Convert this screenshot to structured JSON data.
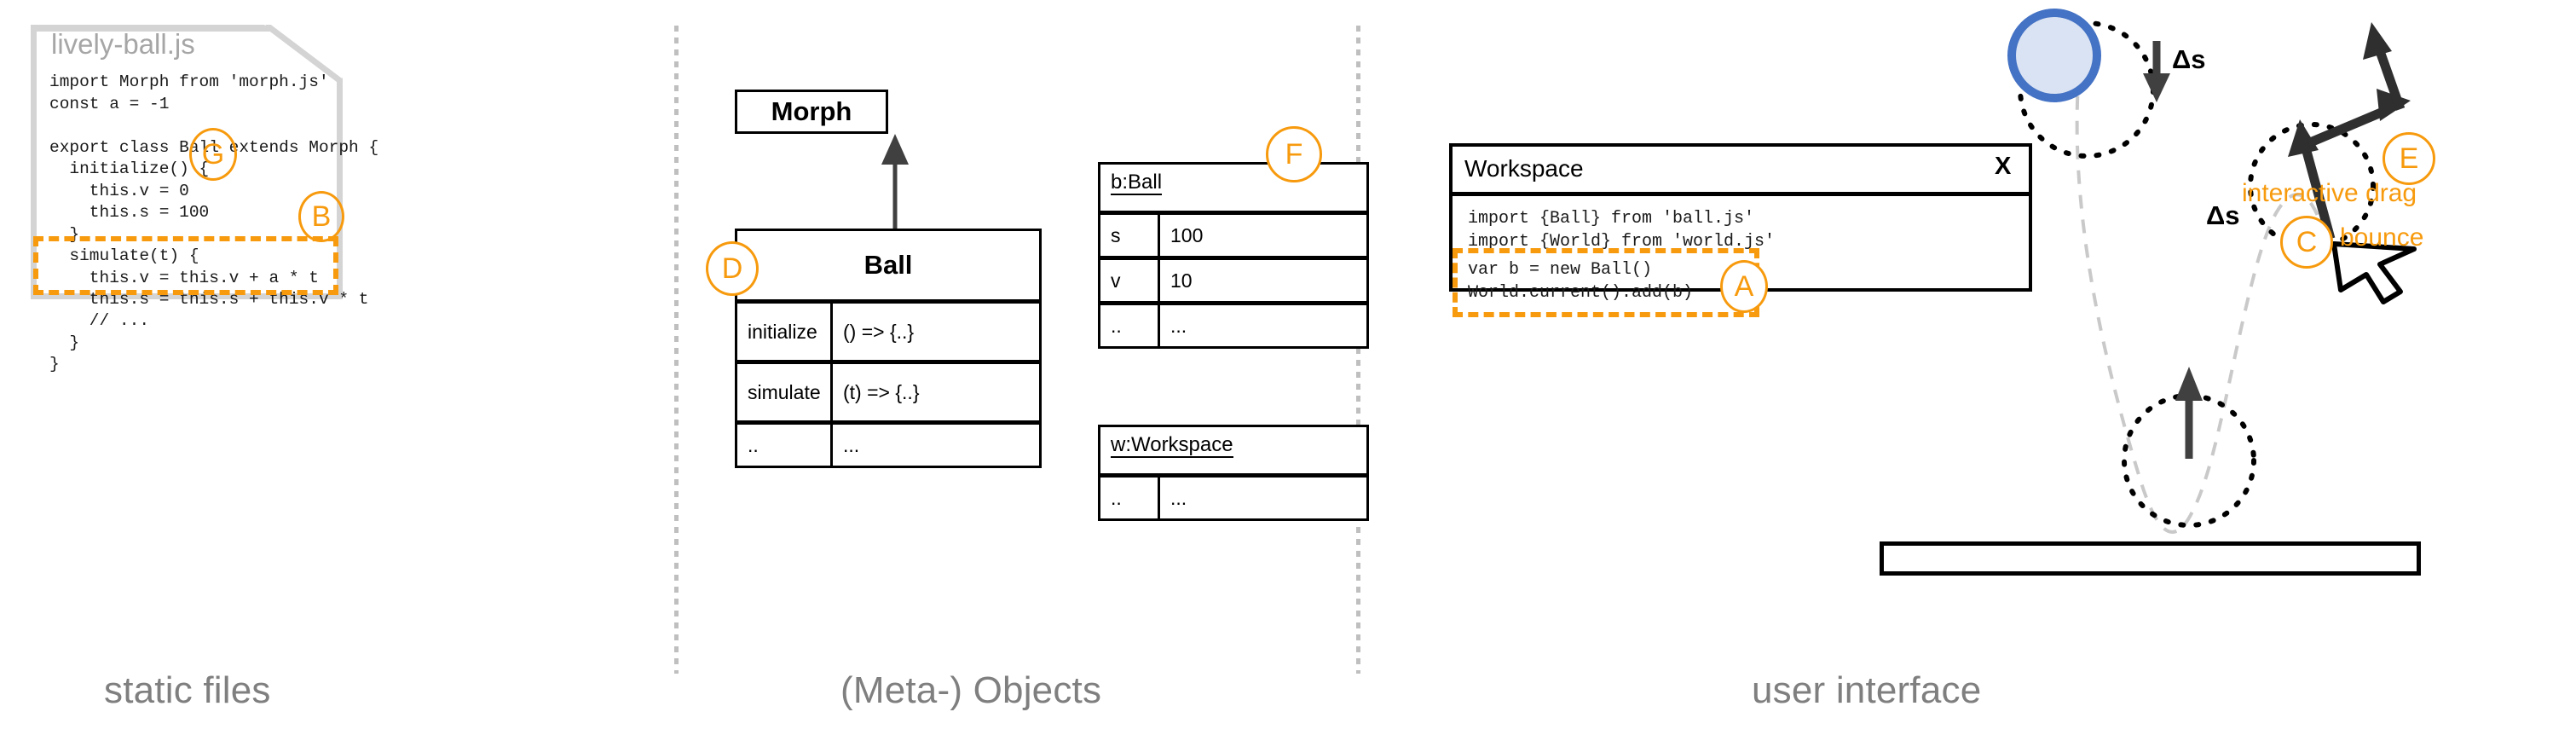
{
  "sections": [
    {
      "id": "static-files",
      "caption": "static files"
    },
    {
      "id": "meta-objects",
      "caption": "(Meta-) Objects"
    },
    {
      "id": "user-interface",
      "caption": "user interface"
    }
  ],
  "colors": {
    "accent_orange": "#f79a0d",
    "caption_gray": "#7f7f7f",
    "file_border_gray": "#d4d4d4",
    "ball_fill": "#dae3f3",
    "ball_stroke": "#4472c4",
    "trajectory_gray": "#bfbfbf",
    "arrow_dark": "#404040"
  },
  "file_card": {
    "filename": "lively-ball.js",
    "code_lines_before": [
      "import Morph from 'morph.js'",
      "const a = -1",
      "",
      "export class Ball extends Morph {",
      "  initialize() {",
      "    this.v = 0",
      "    this.s = 100",
      "  }"
    ],
    "code_lines_highlight": [
      "  simulate(t) {",
      "    this.v = this.v + a * t",
      "    this.s = this.s + this.v * t"
    ],
    "code_lines_after": [
      "    // ...",
      "  }",
      "}"
    ],
    "callout_g": "G",
    "callout_b": "B"
  },
  "uml": {
    "morph": {
      "title": "Morph"
    },
    "ball": {
      "title": "Ball",
      "rows": [
        {
          "name": "initialize",
          "value": "() => {..}"
        },
        {
          "name": "simulate",
          "value": "(t) => {..}"
        },
        {
          "name": "..",
          "value": "..."
        }
      ]
    },
    "callout_d": "D",
    "inheritance_arrow": "generalization-arrow"
  },
  "objects": {
    "b_ball": {
      "title": "b:Ball",
      "rows": [
        {
          "name": "s",
          "value": "100"
        },
        {
          "name": "v",
          "value": "10"
        },
        {
          "name": "..",
          "value": "..."
        }
      ]
    },
    "w_workspace": {
      "title": "w:Workspace",
      "rows": [
        {
          "name": "..",
          "value": "..."
        }
      ]
    },
    "callout_f": "F"
  },
  "workspace": {
    "title": "Workspace",
    "close_label": "X",
    "code_lines_top": [
      "import {Ball} from 'ball.js'",
      "import {World} from 'world.js'"
    ],
    "code_lines_highlight": [
      "var b = new Ball()",
      "World.current().add(b)"
    ],
    "callout_a": "A"
  },
  "ui_scene": {
    "delta_s_down": "Δs",
    "delta_s_up": "Δs",
    "callout_c": "C",
    "label_bounce": "bounce",
    "callout_e": "E",
    "label_interactive_drag": "interactive drag",
    "ball_label": "ball-morph",
    "ground_label": "ground-bar",
    "cursor_label": "mouse-cursor"
  }
}
